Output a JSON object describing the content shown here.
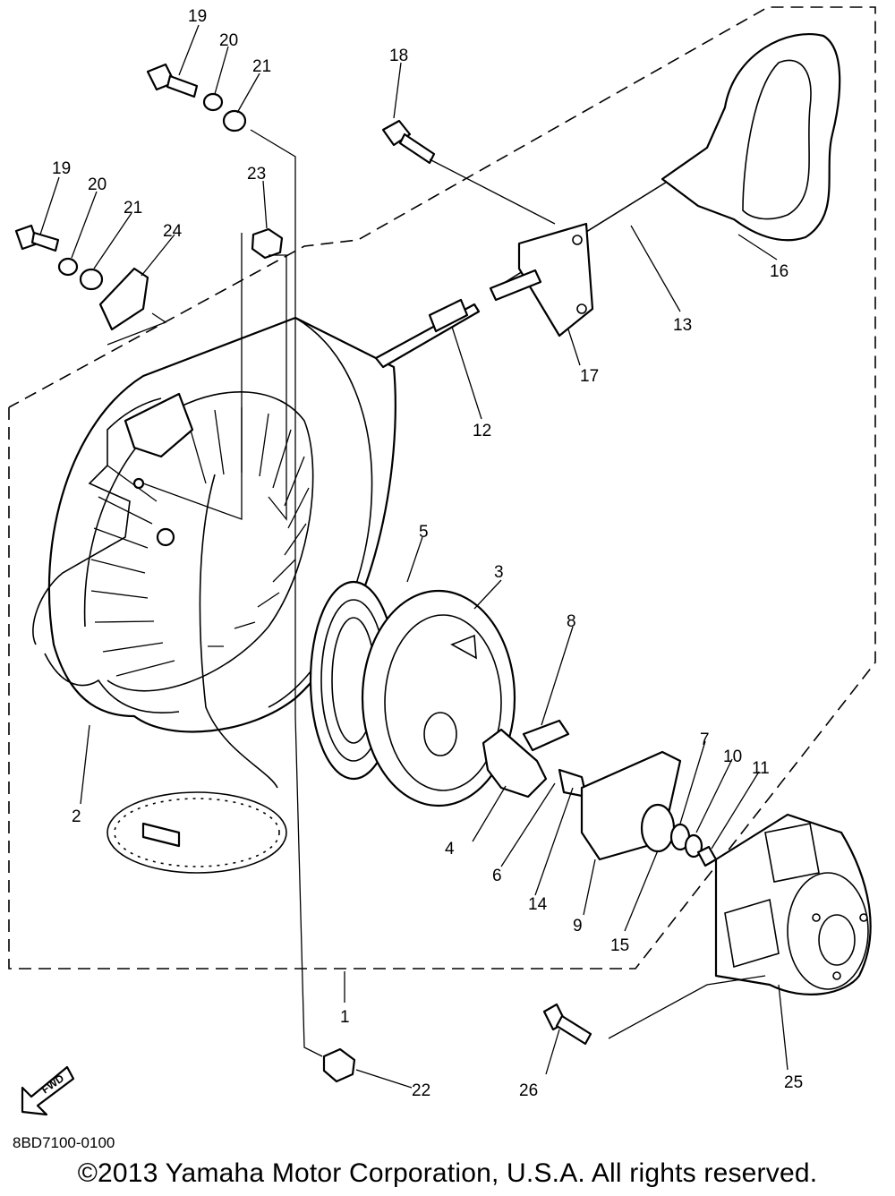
{
  "diagram": {
    "drawing_code": "8BD7100-0100",
    "copyright": "©2013 Yamaha Motor Corporation, U.S.A. All rights reserved.",
    "fwd_arrow_label": "FWD",
    "callouts": [
      "1",
      "2",
      "3",
      "4",
      "5",
      "6",
      "7",
      "8",
      "9",
      "10",
      "11",
      "12",
      "13",
      "14",
      "15",
      "16",
      "17",
      "18",
      "19",
      "19",
      "20",
      "20",
      "21",
      "21",
      "22",
      "23",
      "24",
      "25",
      "26"
    ]
  }
}
